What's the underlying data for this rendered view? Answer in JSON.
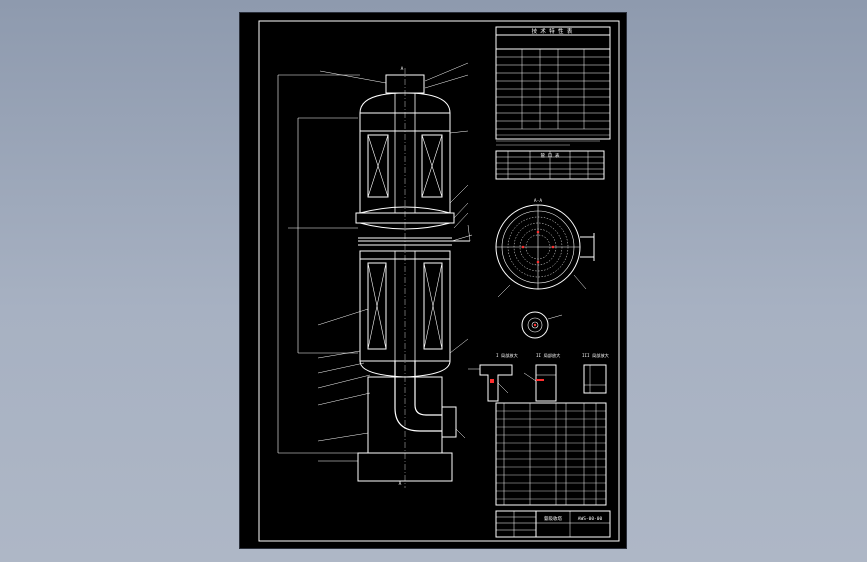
{
  "viewer": {
    "background_top": "#8e9aae",
    "background_bottom": "#aeb7c6"
  },
  "drawing": {
    "sheet_color": "#000000",
    "line_color": "#ffffff",
    "accent_color": "#ff3030",
    "tech_title": "技 术 特 性 表",
    "nozzle_table_title": "管 口 表",
    "section_label": "A-A",
    "detail_1": "I 局部放大",
    "detail_2": "II 局部放大",
    "detail_3": "III 局部放大",
    "vessel_name": "氨吸收塔",
    "drawing_no": "AWS-00-00",
    "top_tag": "A",
    "bottom_tag": "A"
  }
}
